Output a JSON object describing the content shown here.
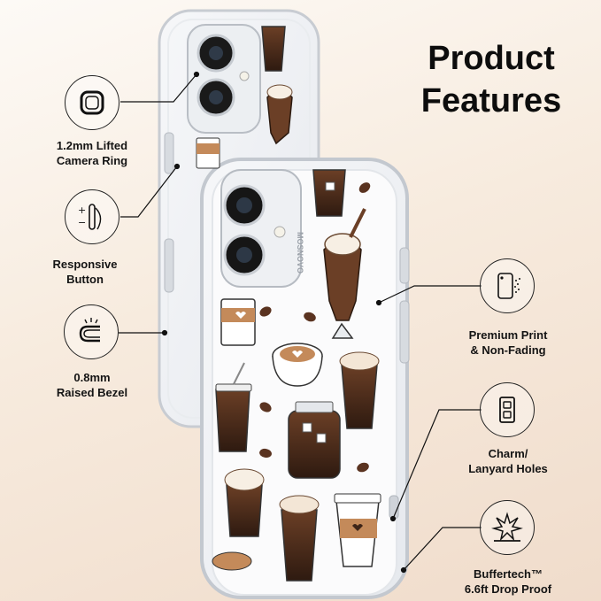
{
  "title": {
    "line1": "Product",
    "line2": "Features"
  },
  "features": [
    {
      "line1": "1.2mm Lifted",
      "line2": "Camera Ring",
      "icon": "camera-ring-icon"
    },
    {
      "line1": "Responsive",
      "line2": "Button",
      "icon": "side-button-icon"
    },
    {
      "line1": "0.8mm",
      "line2": "Raised Bezel",
      "icon": "raised-bezel-icon"
    },
    {
      "line1": "Premium Print",
      "line2": "& Non-Fading",
      "icon": "print-phone-icon"
    },
    {
      "line1": "Charm/",
      "line2": "Lanyard Holes",
      "icon": "lanyard-hole-icon"
    },
    {
      "line1": "Buffertech™",
      "line2": "6.6ft Drop Proof",
      "icon": "drop-impact-icon"
    }
  ],
  "case_brand": "MOSNOVO",
  "colors": {
    "coffee_dark": "#3e2518",
    "coffee_mid": "#7a4a2e",
    "caramel": "#c48a5a",
    "cream": "#f3e6d6",
    "case_frame": "#dfe3e8"
  }
}
